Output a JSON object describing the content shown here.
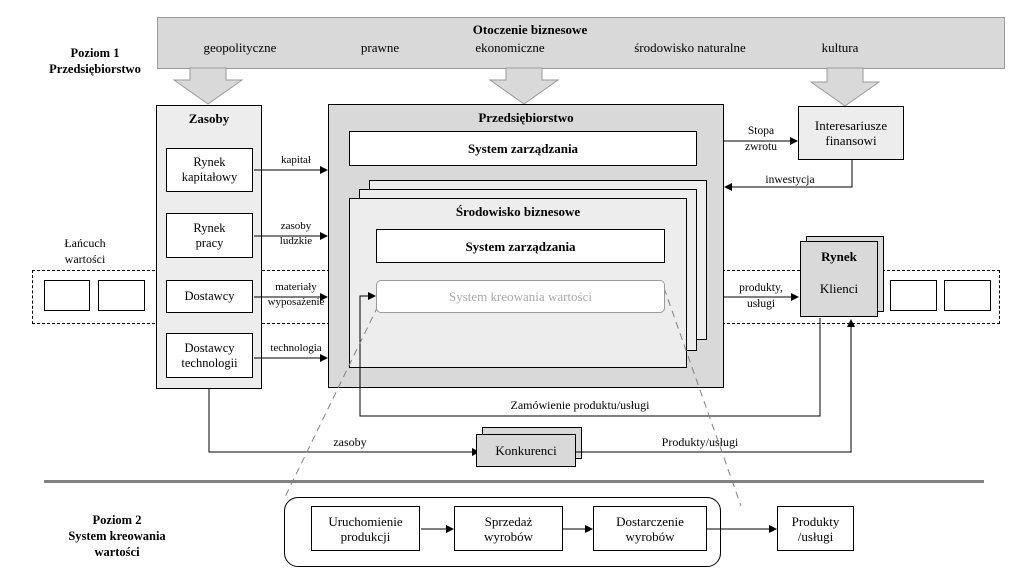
{
  "level1": {
    "title": "Poziom 1",
    "subtitle": "Przedsiębiorstwo"
  },
  "level2": {
    "title": "Poziom 2",
    "subtitle": "System kreowania",
    "subtitle2": "wartości"
  },
  "environment": {
    "title": "Otoczenie biznesowe",
    "factors": [
      "geopolityczne",
      "prawne",
      "ekonomiczne",
      "środowisko naturalne",
      "kultura"
    ]
  },
  "resources": {
    "title": "Zasoby",
    "items": [
      {
        "line1": "Rynek",
        "line2": "kapitałowy"
      },
      {
        "line1": "Rynek",
        "line2": "pracy"
      },
      {
        "line1": "Dostawcy",
        "line2": ""
      },
      {
        "line1": "Dostawcy",
        "line2": "technologii"
      }
    ],
    "flows": [
      {
        "line1": "kapitał",
        "line2": ""
      },
      {
        "line1": "zasoby",
        "line2": "ludzkie"
      },
      {
        "line1": "materiały",
        "line2": "wyposażenie"
      },
      {
        "line1": "technologia",
        "line2": ""
      }
    ]
  },
  "enterprise": {
    "title": "Przedsiębiorstwo",
    "management": "System zarządzania",
    "business_env": "Środowisko biznesowe",
    "inner_management": "System zarządzania",
    "value_system": "System kreowania wartości"
  },
  "value_chain": {
    "line1": "Łańcuch",
    "line2": "wartości"
  },
  "stakeholders": {
    "line1": "Interesariusze",
    "line2": "finansowi"
  },
  "return_label": {
    "line1": "Stopa",
    "line2": "zwrotu"
  },
  "investment_label": "inwestycja",
  "market": {
    "title": "Rynek",
    "clients": "Klienci"
  },
  "products_label": {
    "line1": "produkty,",
    "line2": "usługi"
  },
  "order_label": "Zamówienie produktu/usługi",
  "competitors": "Konkurenci",
  "resources_label": "zasoby",
  "competitor_products_label": "Produkty/usługi",
  "process": [
    {
      "line1": "Uruchomienie",
      "line2": "produkcji"
    },
    {
      "line1": "Sprzedaż",
      "line2": "wyrobów"
    },
    {
      "line1": "Dostarczenie",
      "line2": "wyrobów"
    }
  ],
  "final_output": {
    "line1": "Produkty",
    "line2": "/usługi"
  }
}
